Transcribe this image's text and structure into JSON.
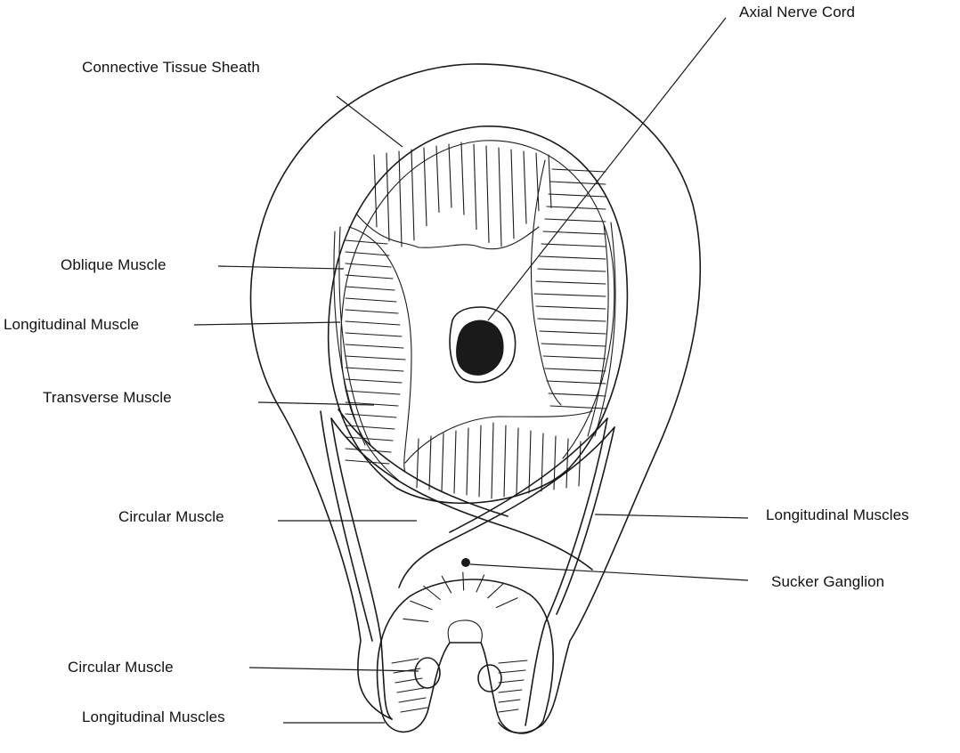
{
  "diagram": {
    "labels": {
      "connective_tissue_sheath": "Connective Tissue Sheath",
      "axial_nerve_cord": "Axial Nerve Cord",
      "oblique_muscle": "Oblique Muscle",
      "longitudinal_muscle": "Longitudinal Muscle",
      "transverse_muscle": "Transverse Muscle",
      "circular_muscle_upper": "Circular Muscle",
      "longitudinal_muscles_right": "Longitudinal Muscles",
      "sucker_ganglion": "Sucker Ganglion",
      "circular_muscle_lower": "Circular Muscle",
      "longitudinal_muscles_lower": "Longitudinal Muscles"
    }
  }
}
